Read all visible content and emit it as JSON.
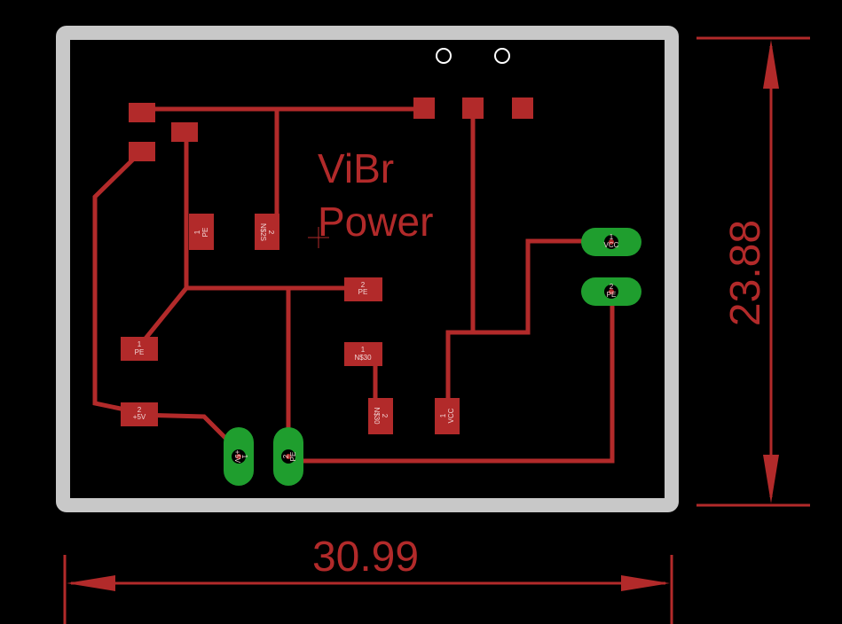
{
  "title": {
    "line1": "ViBr",
    "line2": "Power"
  },
  "dimensions": {
    "width": "30.99",
    "height": "23.88"
  },
  "pads": {
    "pe1": {
      "num": "1",
      "name": "PE"
    },
    "ns2": {
      "num": "2",
      "name": "N$2S"
    },
    "pe2": {
      "num": "2",
      "name": "PE"
    },
    "pe_left": {
      "num": "1",
      "name": "PE"
    },
    "ns30": {
      "num": "1",
      "name": "N$30"
    },
    "ns30b": {
      "num": "2",
      "name": "N$30"
    },
    "vcc_pad": {
      "num": "1",
      "name": "VCC"
    },
    "plus5v": {
      "num": "2",
      "name": "+5V"
    }
  },
  "connectors": {
    "c_plus5v": {
      "num": "1",
      "name": "+5V"
    },
    "c_pe_bottom": {
      "num": "2",
      "name": "PE"
    },
    "c_vcc": {
      "num": "1",
      "name": "VCC"
    },
    "c_pe_right": {
      "num": "2",
      "name": "PE"
    }
  },
  "colors": {
    "trace": "#b22a2a",
    "board_outline": "#c8c8c8",
    "via": "#1f9e2e",
    "background": "#000000"
  }
}
